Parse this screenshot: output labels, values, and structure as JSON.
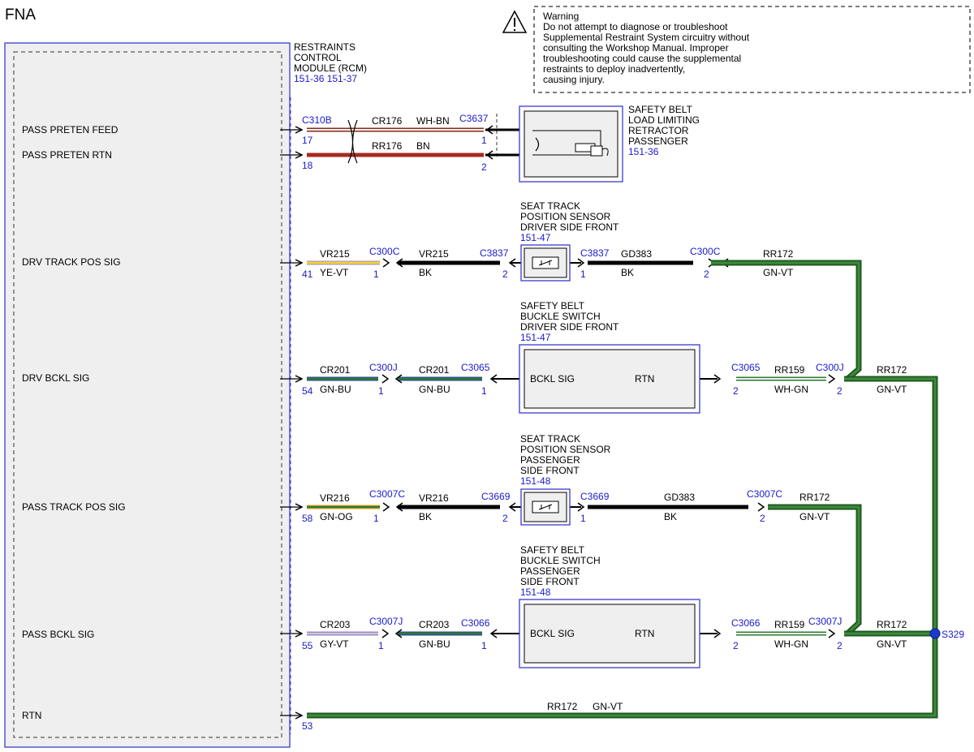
{
  "header": {
    "title": "FNA"
  },
  "warning": {
    "title": "Warning",
    "lines": [
      "Do not attempt to diagnose or troubleshoot",
      "Supplemental Restraint System circuitry without",
      "consulting the Workshop Manual. Improper",
      "troubleshooting could cause the supplemental",
      "restraints to deploy inadvertently,",
      "causing injury."
    ]
  },
  "rcm": {
    "name_lines": [
      "RESTRAINTS",
      "CONTROL",
      "MODULE (RCM)"
    ],
    "refs": "151-36  151-37",
    "pins": [
      {
        "label": "PASS PRETEN FEED"
      },
      {
        "label": "PASS PRETEN RTN"
      },
      {
        "label": "DRV TRACK POS SIG"
      },
      {
        "label": "DRV BCKL SIG"
      },
      {
        "label": "PASS TRACK POS SIG"
      },
      {
        "label": "PASS BCKL SIG"
      },
      {
        "label": "RTN"
      }
    ]
  },
  "components": {
    "retractor": {
      "lines": [
        "SAFETY BELT",
        "LOAD LIMITING",
        "RETRACTOR",
        "PASSENGER"
      ],
      "ref": "151-36"
    },
    "drv_track_sensor": {
      "lines": [
        "SEAT TRACK",
        "POSITION SENSOR",
        "DRIVER SIDE FRONT"
      ],
      "ref": "151-47"
    },
    "drv_buckle": {
      "lines": [
        "SAFETY BELT",
        "BUCKLE SWITCH",
        "DRIVER SIDE FRONT"
      ],
      "ref": "151-47",
      "pin_sig": "BCKL SIG",
      "pin_rtn": "RTN"
    },
    "pass_track_sensor": {
      "lines": [
        "SEAT TRACK",
        "POSITION SENSOR",
        "PASSENGER",
        "SIDE FRONT"
      ],
      "ref": "151-48"
    },
    "pass_buckle": {
      "lines": [
        "SAFETY BELT",
        "BUCKLE SWITCH",
        "PASSENGER",
        "SIDE FRONT"
      ],
      "ref": "151-48",
      "pin_sig": "BCKL SIG",
      "pin_rtn": "RTN"
    }
  },
  "splice": {
    "label": "S329"
  },
  "wires": [
    {
      "circuit": "CR176",
      "color_code": "WH-BN",
      "stripe": [
        "#f2f2f2",
        "#8a2a1c"
      ]
    },
    {
      "circuit": "RR176",
      "color_code": "BN",
      "stripe": [
        "#a62a22",
        "#a62a22"
      ]
    },
    {
      "circuit": "VR215",
      "color_code": "YE-VT",
      "stripe": [
        "#f2d230",
        "#a08ad0"
      ]
    },
    {
      "circuit": "VR215",
      "color_code": "BK",
      "stripe": [
        "#000000",
        "#000000"
      ]
    },
    {
      "circuit": "GD383",
      "color_code": "BK",
      "stripe": [
        "#000000",
        "#000000"
      ]
    },
    {
      "circuit": "RR172",
      "color_code": "GN-VT",
      "stripe": [
        "#2f7a2f",
        "#2f7a2f"
      ]
    },
    {
      "circuit": "CR201",
      "color_code": "GN-BU",
      "stripe": [
        "#2f7a2f",
        "#2a4a9a"
      ]
    },
    {
      "circuit": "RR159",
      "color_code": "WH-GN",
      "stripe": [
        "#f2f2f2",
        "#2f7a2f"
      ]
    },
    {
      "circuit": "VR216",
      "color_code": "GN-OG",
      "stripe": [
        "#2f7a2f",
        "#e6a020"
      ]
    },
    {
      "circuit": "VR216",
      "color_code": "BK",
      "stripe": [
        "#000000",
        "#000000"
      ]
    },
    {
      "circuit": "CR203",
      "color_code": "GY-VT",
      "stripe": [
        "#c0c0c0",
        "#a08ad0"
      ]
    },
    {
      "circuit": "CR203",
      "color_code": "GN-BU",
      "stripe": [
        "#2f7a2f",
        "#2a4a9a"
      ]
    }
  ],
  "connectors": {
    "c310b": "C310B",
    "c3637": "C3637",
    "c300c": "C300C",
    "c3837": "C3837",
    "c300j": "C300J",
    "c3065": "C3065",
    "c3007c": "C3007C",
    "c3669": "C3669",
    "c3007j": "C3007J",
    "c3066": "C3066"
  },
  "pins": {
    "p17": "17",
    "p18": "18",
    "p41": "41",
    "p54": "54",
    "p58": "58",
    "p55": "55",
    "p53": "53",
    "p1": "1",
    "p2": "2"
  },
  "colors": {
    "blue_text": "#1a1acc",
    "box_border": "#3a3ad0",
    "box_fill": "#efefef"
  }
}
